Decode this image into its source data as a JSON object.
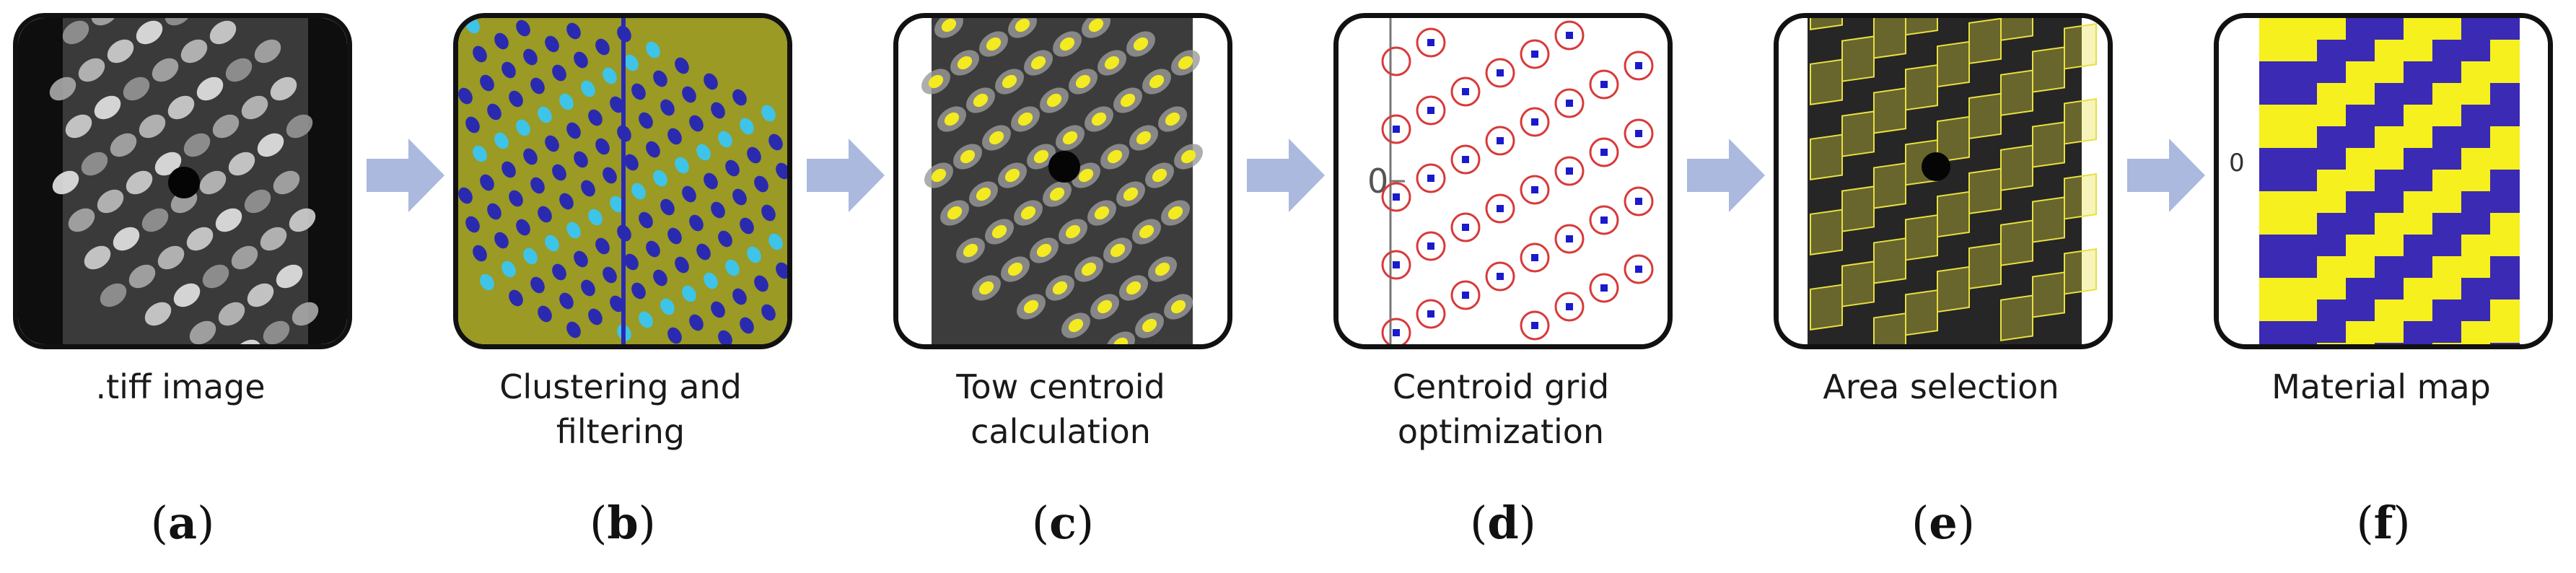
{
  "steps": [
    {
      "id": "a",
      "label": ".tiff image",
      "letter": "a"
    },
    {
      "id": "b",
      "label": "Clustering and filtering",
      "letter": "b"
    },
    {
      "id": "c",
      "label": "Tow centroid calculation",
      "letter": "c"
    },
    {
      "id": "d",
      "label": "Centroid grid optimization",
      "letter": "d",
      "axis_tick": "0"
    },
    {
      "id": "e",
      "label": "Area selection",
      "letter": "e"
    },
    {
      "id": "f",
      "label": "Material map",
      "letter": "f",
      "axis_tick": "0"
    }
  ],
  "colors": {
    "arrow": "#aab9dd",
    "border": "#111111",
    "olive": "#9a9a24",
    "cluster_blue": "#2a2ab0",
    "cluster_cyan": "#3ec4e8",
    "centroid_yellow": "#f4ea20",
    "circle_red": "#d83a3a",
    "dot_blue": "#1a1acc",
    "map_yellow": "#f6f01e",
    "map_blue": "#3a2ab4",
    "dark_bg": "#111111",
    "gray_bg": "#3c3c3c"
  }
}
